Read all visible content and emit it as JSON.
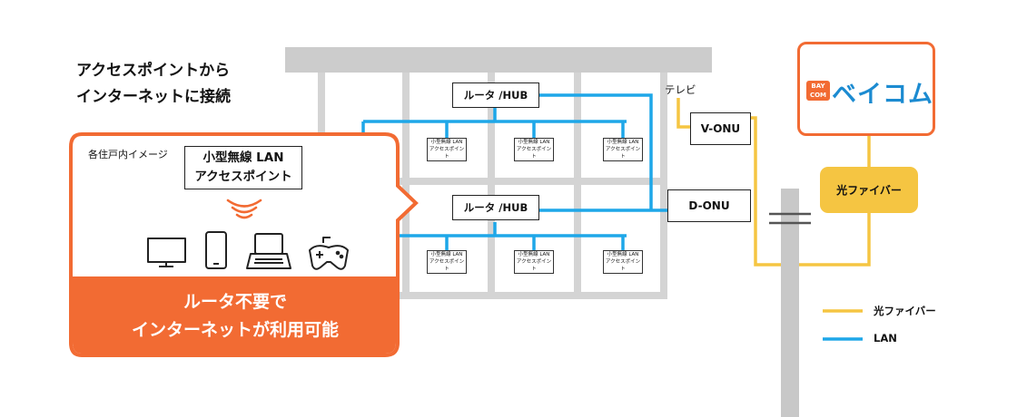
{
  "headline": {
    "line1": "アクセスポイントから",
    "line2": "インターネットに接続"
  },
  "room_caption": "各住戸内イメージ",
  "access_point": {
    "line1": "小型無線 LAN",
    "line2": "アクセスポイント"
  },
  "devices": [
    "tv-icon",
    "smartphone-icon",
    "laptop-icon",
    "game-controller-icon"
  ],
  "banner": {
    "line1": "ルータ不要で",
    "line2": "インターネットが利用可能",
    "color": "#f26b33"
  },
  "routers": [
    "ルータ /HUB",
    "ルータ /HUB"
  ],
  "small_ap": {
    "line1": "小型無線 LAN",
    "line2": "アクセスポイント"
  },
  "onu": {
    "v": "V-ONU",
    "d": "D-ONU"
  },
  "tv_label": "テレビ",
  "fiber_badge": "光ファイバー",
  "logo": {
    "mark_line1": "BAY",
    "mark_line2": "COM",
    "text": "ベイコム"
  },
  "legend": [
    {
      "label": "光ファイバー",
      "color": "#f5c542"
    },
    {
      "label": "LAN",
      "color": "#1ea7e8"
    }
  ],
  "colors": {
    "lan": "#1ea7e8",
    "fiber": "#f5c542",
    "structure": "#cfcfcf",
    "accent": "#f26b33"
  }
}
